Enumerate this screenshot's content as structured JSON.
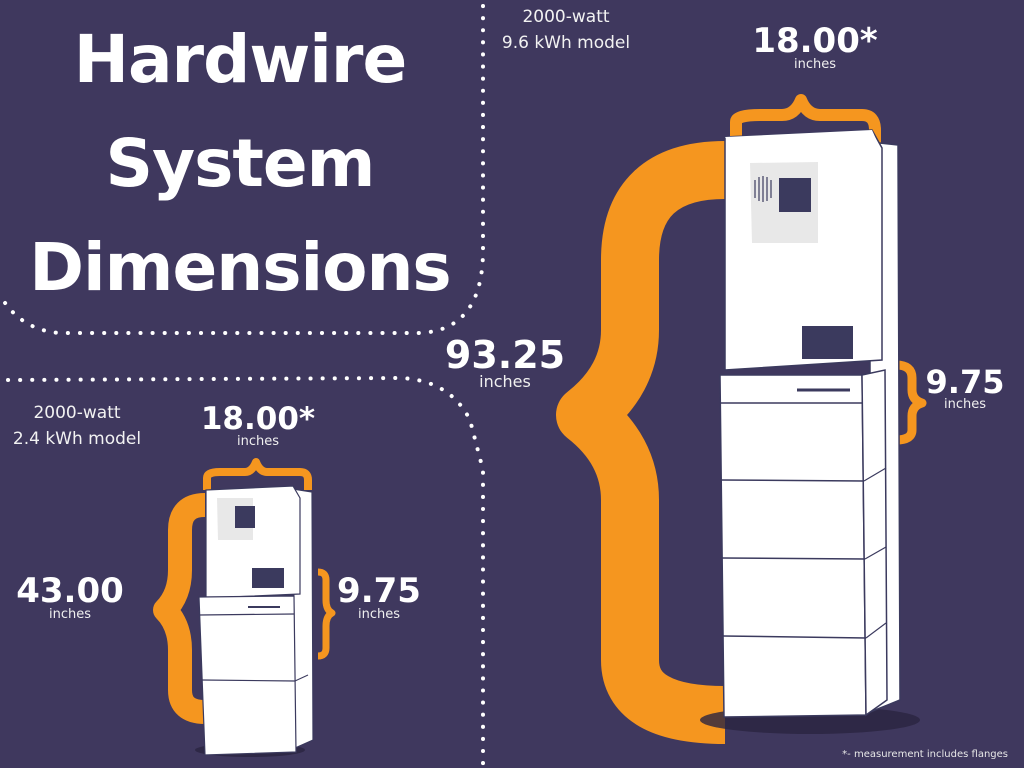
{
  "title": {
    "line1": "Hardwire",
    "line2": "System",
    "line3": "Dimensions"
  },
  "colors": {
    "background": "#3f385e",
    "accent": "#f5961f",
    "unit": "#ffffff",
    "panel": "#e8e8e8",
    "screen": "#3b3a5e"
  },
  "large_model": {
    "line1": "2000-watt",
    "line2": "9.6 kWh model",
    "width": {
      "value": "18.00*",
      "unit": "inches"
    },
    "height": {
      "value": "93.25",
      "unit": "inches"
    },
    "depth": {
      "value": "9.75",
      "unit": "inches"
    }
  },
  "small_model": {
    "line1": "2000-watt",
    "line2": "2.4 kWh model",
    "width": {
      "value": "18.00*",
      "unit": "inches"
    },
    "height": {
      "value": "43.00",
      "unit": "inches"
    },
    "depth": {
      "value": "9.75",
      "unit": "inches"
    }
  },
  "footnote": "*- measurement includes flanges"
}
